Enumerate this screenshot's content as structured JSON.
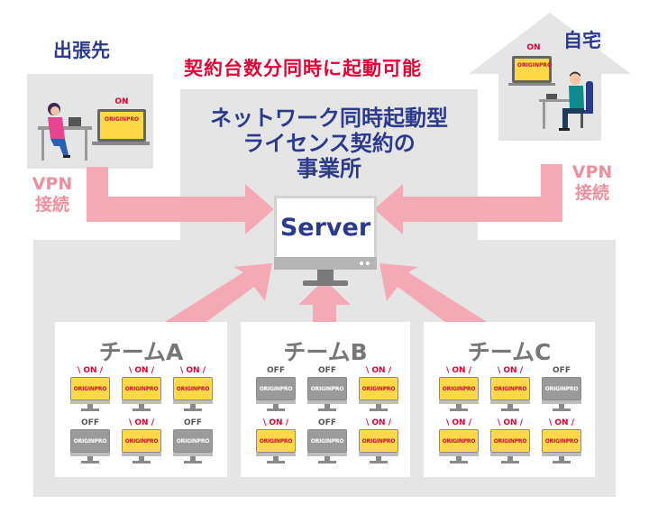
{
  "headline": "契約台数分同時に起動可能",
  "locations": {
    "business_trip": "出張先",
    "home": "自宅"
  },
  "office": {
    "title_lines": [
      "ネットワーク同時起動型",
      "ライセンス契約の",
      "事業所"
    ]
  },
  "server": {
    "label": "Server"
  },
  "vpn": {
    "left_lines": [
      "VPN",
      "接続"
    ],
    "right_lines": [
      "VPN",
      "接続"
    ]
  },
  "logo_text": "ORIGINPRO",
  "status_labels": {
    "on": "ON",
    "off": "OFF"
  },
  "remote_laptops": [
    {
      "location": "出張先",
      "status": "on"
    },
    {
      "location": "自宅",
      "status": "on"
    }
  ],
  "teams": [
    {
      "name": "チームA",
      "pcs": [
        "on",
        "on",
        "on",
        "off",
        "on",
        "off"
      ]
    },
    {
      "name": "チームB",
      "pcs": [
        "off",
        "off",
        "on",
        "on",
        "off",
        "on"
      ]
    },
    {
      "name": "チームC",
      "pcs": [
        "on",
        "on",
        "off",
        "on",
        "on",
        "on"
      ]
    }
  ],
  "colors": {
    "arrow": "#f4aab5",
    "headline": "#e60033",
    "label": "#2b3a8c",
    "on_screen": "#ffd84a",
    "off_screen": "#9a9a9a",
    "background_panel": "#e5e5e5"
  }
}
